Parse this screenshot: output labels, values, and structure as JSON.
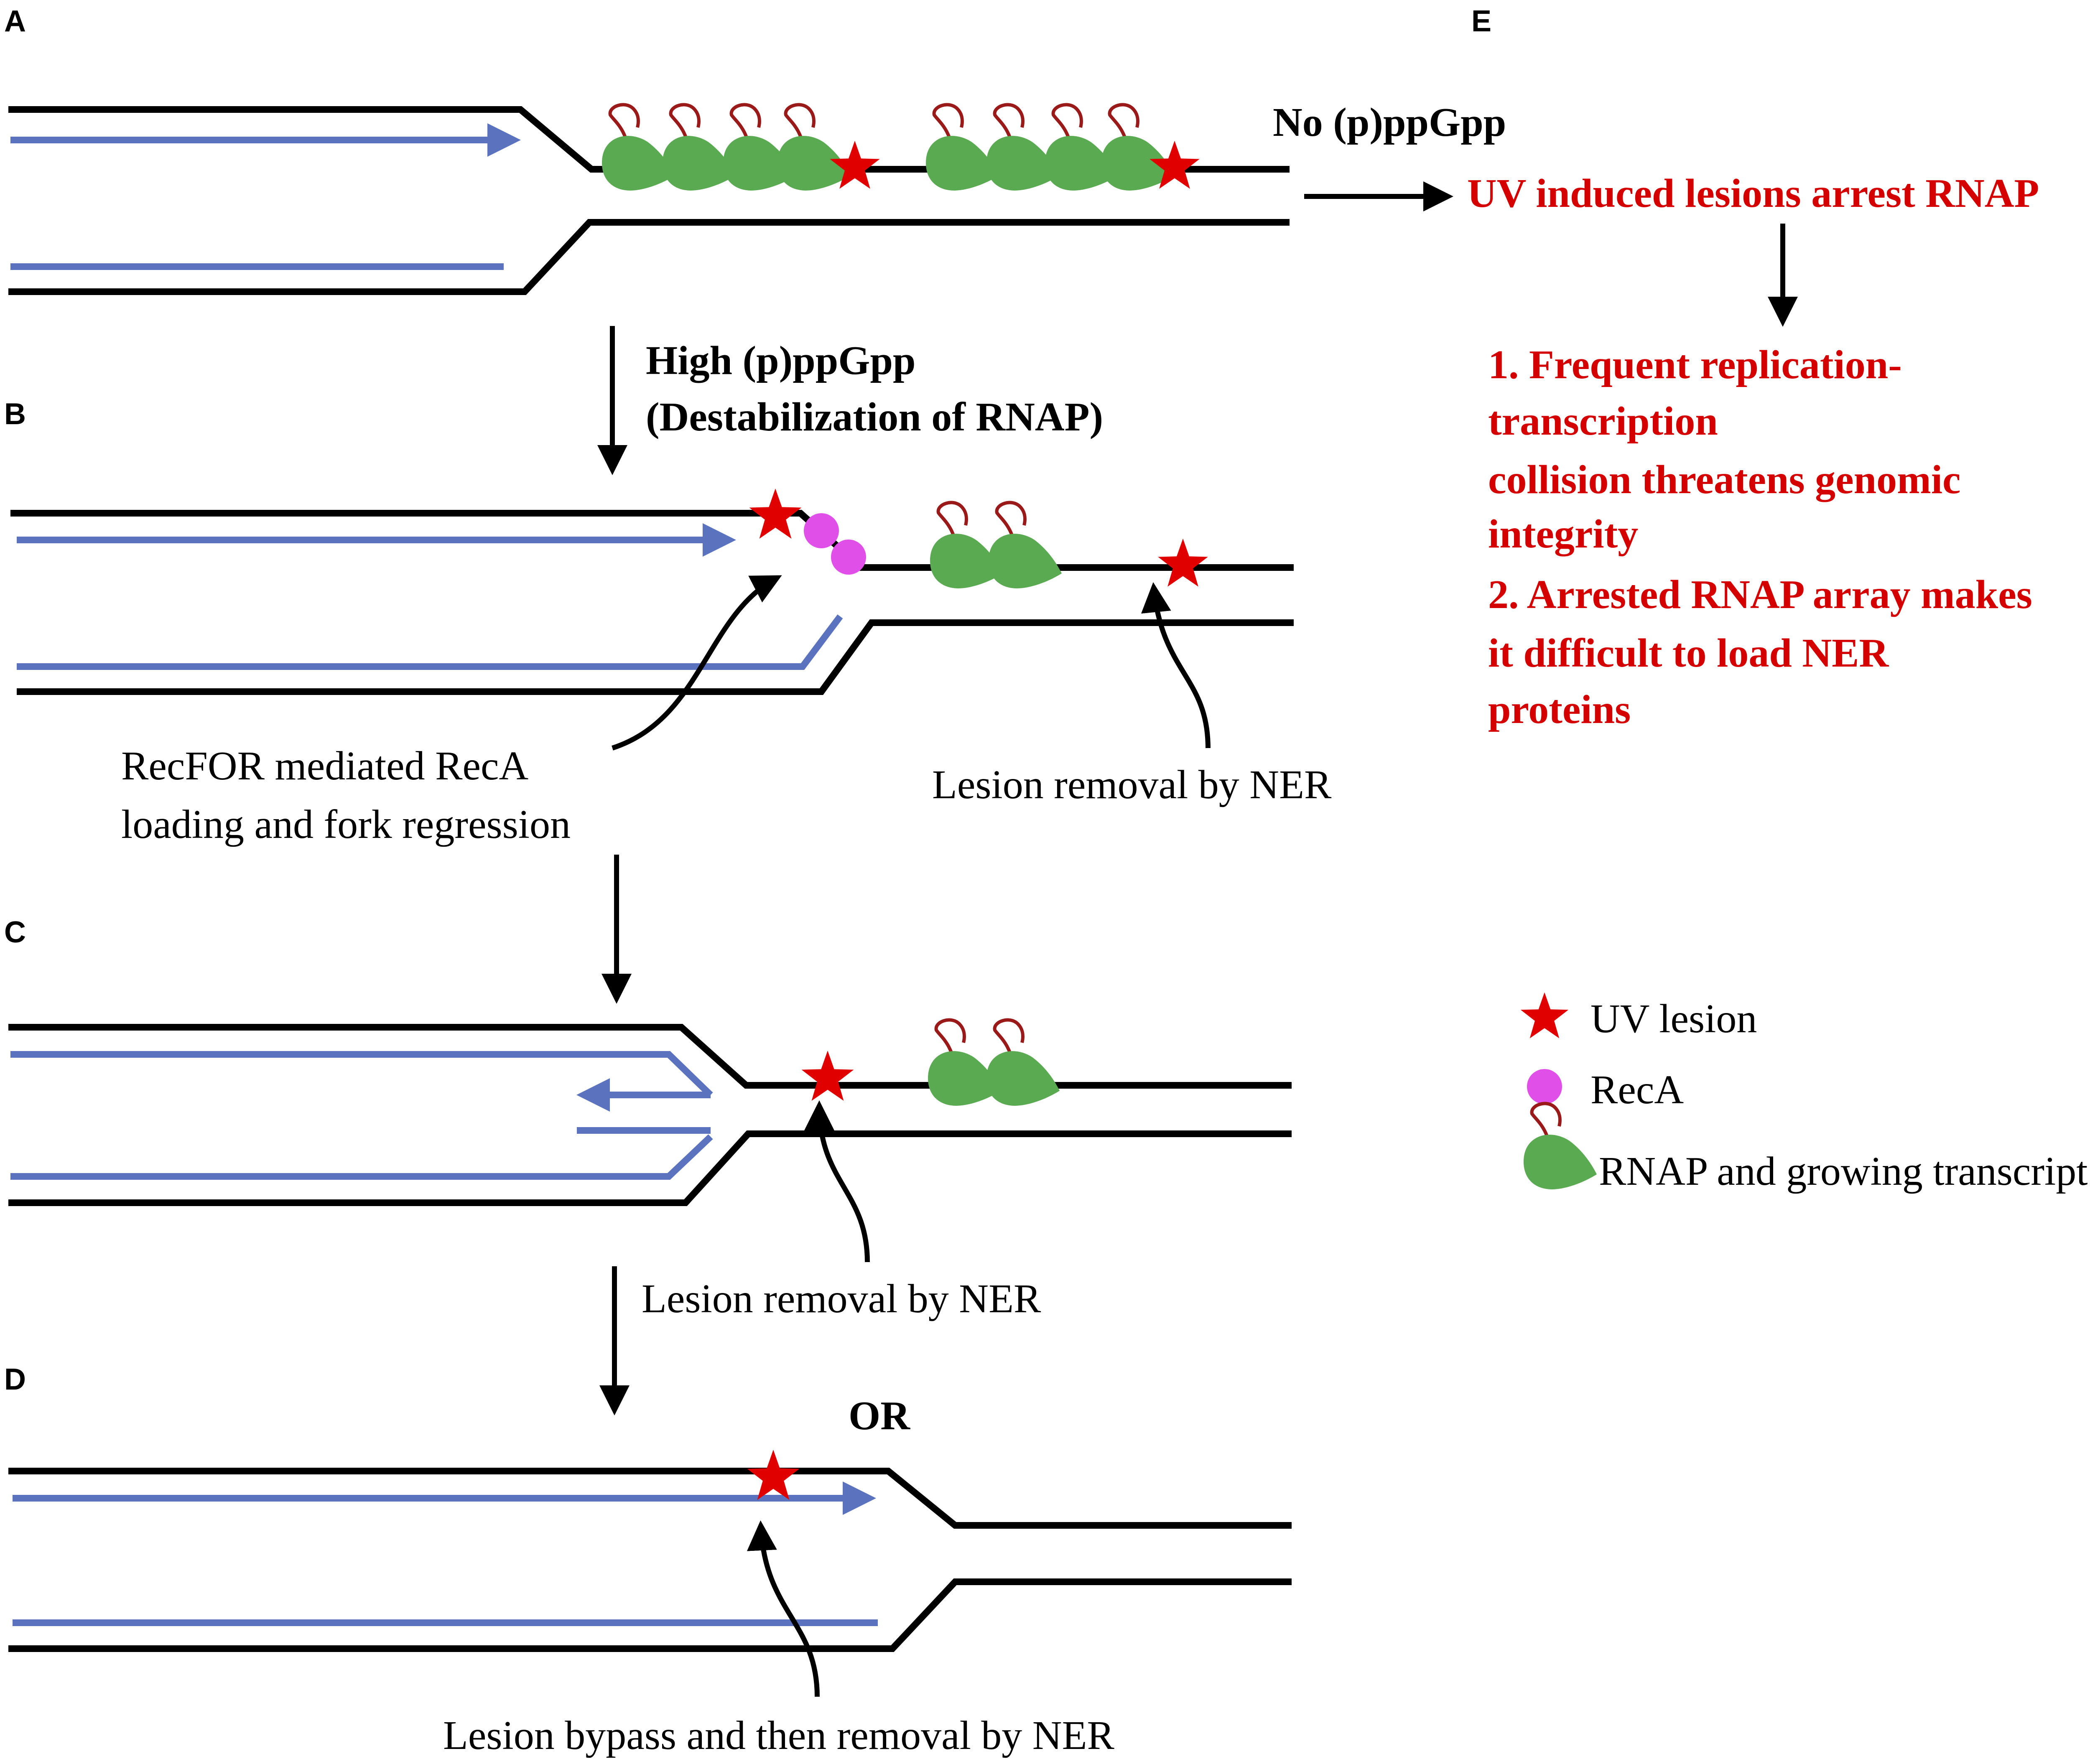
{
  "panels": {
    "a": {
      "letter": "A",
      "status": "No (p)ppGpp"
    },
    "b": {
      "letter": "B",
      "condition_line1": "High (p)ppGpp",
      "condition_line2": "(Destabilization of RNAP)",
      "reca_label_line1": "RecFOR mediated RecA",
      "reca_label_line2": "loading and fork regression",
      "ner_label": "Lesion removal by NER"
    },
    "c": {
      "letter": "C",
      "ner_label": "Lesion removal by NER"
    },
    "d": {
      "letter": "D",
      "or_label": "OR",
      "bypass_label": "Lesion bypass and then removal by NER"
    },
    "e": {
      "letter": "E",
      "headline": "UV induced lesions arrest RNAP",
      "consequences": [
        "1. Frequent replication-",
        "transcription",
        "collision threatens genomic",
        "integrity",
        "2. Arrested RNAP array makes",
        "it difficult to load NER",
        "proteins"
      ]
    }
  },
  "legend": {
    "lesion": "UV lesion",
    "reca": "RecA",
    "rnap": "RNAP and growing transcript"
  },
  "colors": {
    "dna_strand": "#000000",
    "nascent_strand": "#5b73bf",
    "uv_lesion": "#e00000",
    "reca": "#e050e8",
    "rnap": "#5aaa52",
    "transcript": "#9a1a1a",
    "highlight_text": "#d40000"
  },
  "icons": {
    "lesion": "red-star-icon",
    "reca": "magenta-circle-icon",
    "rnap": "green-teardrop-icon"
  }
}
